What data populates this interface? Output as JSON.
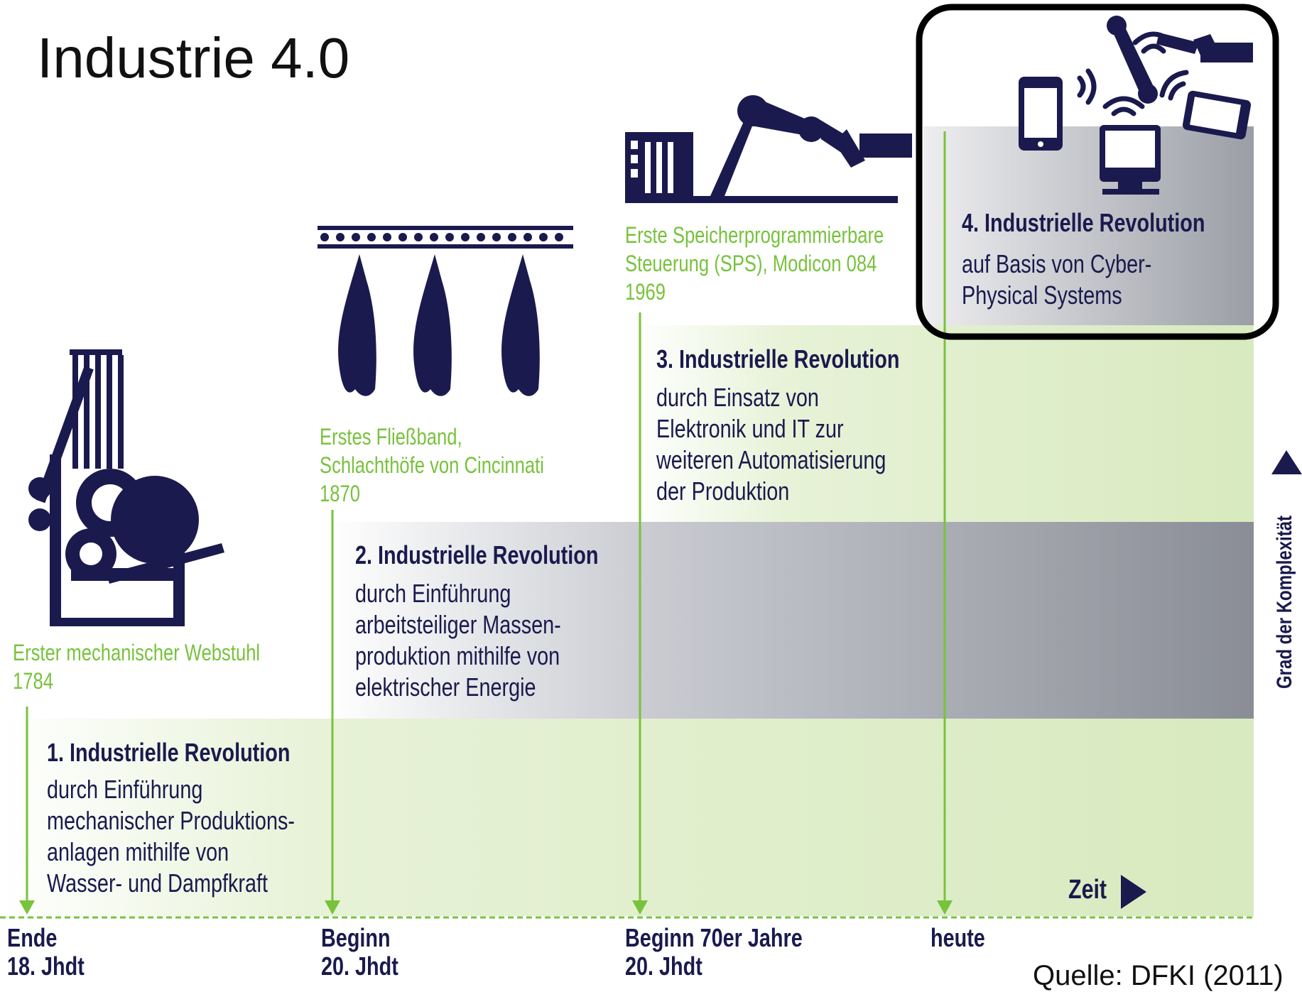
{
  "title": "Industrie 4.0",
  "source": "Quelle: DFKI (2011)",
  "revolutions": [
    {
      "heading": "1. Industrielle Revolution",
      "lines": [
        "durch Einführung",
        "mechanischer Produktions-",
        "anlagen mithilfe von",
        "Wasser- und Dampfkraft"
      ]
    },
    {
      "heading": "2. Industrielle Revolution",
      "lines": [
        "durch Einführung",
        "arbeitsteiliger Massen-",
        "produktion mithilfe von",
        "elektrischer Energie"
      ]
    },
    {
      "heading": "3. Industrielle Revolution",
      "lines": [
        "durch Einsatz von",
        "Elektronik und IT zur",
        "weiteren Automatisierung",
        "der Produktion"
      ]
    },
    {
      "heading": "4. Industrielle Revolution",
      "lines": [
        "auf Basis von Cyber-",
        "Physical Systems"
      ]
    }
  ],
  "milestones": [
    {
      "lines": [
        "Erster mechanischer Webstuhl",
        "1784"
      ],
      "icon": "loom-icon"
    },
    {
      "lines": [
        "Erstes Fließband,",
        "Schlachthöfe von Cincinnati",
        "1870"
      ],
      "icon": "conveyor-icon"
    },
    {
      "lines": [
        "Erste Speicherprogrammierbare",
        "Steuerung (SPS), Modicon 084",
        "1969"
      ],
      "icon": "robot-arm-icon"
    }
  ],
  "time_axis": {
    "label": "Zeit",
    "ticks": [
      {
        "lines": [
          "Ende",
          "18. Jhdt"
        ]
      },
      {
        "lines": [
          "Beginn",
          "20. Jhdt"
        ]
      },
      {
        "lines": [
          "Beginn 70er Jahre",
          "20. Jhdt"
        ]
      },
      {
        "lines": [
          "heute"
        ]
      }
    ]
  },
  "complexity_axis": {
    "label": "Grad der Komplexität"
  },
  "colors": {
    "navy": "#1a1a4e",
    "green_text": "#78c23c",
    "green_band": "#dcecc4",
    "gray_band": "#8a8d96"
  },
  "icons": [
    "loom-icon",
    "conveyor-icon",
    "robot-arm-icon",
    "smartphone-icon",
    "tablet-icon",
    "monitor-icon",
    "robot-arm-small-icon",
    "wifi-icon"
  ]
}
